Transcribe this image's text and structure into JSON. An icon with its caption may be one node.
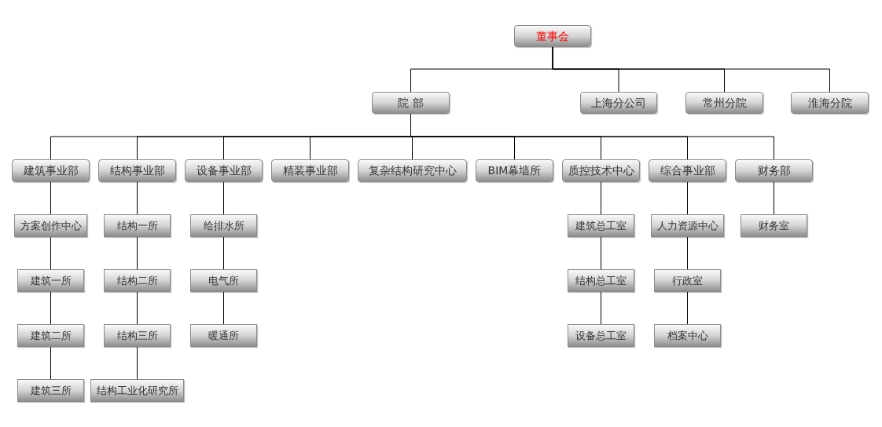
{
  "diagram": {
    "nodes": [
      {
        "text": [
          "董事会"
        ]
      },
      {
        "text": [
          "院 部"
        ]
      },
      {
        "text": [
          "上海分公司"
        ]
      },
      {
        "text": [
          "常州分院"
        ]
      },
      {
        "text": [
          "淮海分院"
        ]
      },
      {
        "text": [
          "建筑事业部"
        ]
      },
      {
        "text": [
          "结构事业部"
        ]
      },
      {
        "text": [
          "设备事业部"
        ]
      },
      {
        "text": [
          "精装事业部"
        ]
      },
      {
        "text": [
          "复杂结构研究中心"
        ]
      },
      {
        "text": [
          "BIM幕墙所"
        ]
      },
      {
        "text": [
          "质控技术中心"
        ]
      },
      {
        "text": [
          "综合事业部"
        ]
      },
      {
        "text": [
          "财务部"
        ]
      },
      {
        "text": [
          "方案创作中心"
        ]
      },
      {
        "text": [
          "建筑一所"
        ]
      },
      {
        "text": [
          "建筑二所"
        ]
      },
      {
        "text": [
          "建筑三所"
        ]
      },
      {
        "text": [
          "结构一所"
        ]
      },
      {
        "text": [
          "结构二所"
        ]
      },
      {
        "text": [
          "结构三所"
        ]
      },
      {
        "text": [
          "结构工业化研究所"
        ]
      },
      {
        "text": [
          "给排水所"
        ]
      },
      {
        "text": [
          "电气所"
        ]
      },
      {
        "text": [
          "暖通所"
        ]
      },
      {
        "text": [
          "建筑总工室"
        ]
      },
      {
        "text": [
          "结构总工室"
        ]
      },
      {
        "text": [
          "设备总工室"
        ]
      },
      {
        "text": [
          "人力资源中心"
        ]
      },
      {
        "text": [
          "行政室"
        ]
      },
      {
        "text": [
          "档案中心"
        ]
      },
      {
        "text": [
          "财务室"
        ]
      }
    ],
    "edges": [
      {
        "from": 0,
        "to": 1,
        "arrow": "none"
      },
      {
        "from": 0,
        "to": 2,
        "arrow": "none"
      },
      {
        "from": 0,
        "to": 3,
        "arrow": "none"
      },
      {
        "from": 0,
        "to": 4,
        "arrow": "none"
      },
      {
        "from": 1,
        "to": 5,
        "arrow": "none"
      },
      {
        "from": 1,
        "to": 6,
        "arrow": "none"
      },
      {
        "from": 1,
        "to": 7,
        "arrow": "none"
      },
      {
        "from": 1,
        "to": 8,
        "arrow": "none"
      },
      {
        "from": 1,
        "to": 9,
        "arrow": "none"
      },
      {
        "from": 1,
        "to": 10,
        "arrow": "none"
      },
      {
        "from": 1,
        "to": 11,
        "arrow": "none"
      },
      {
        "from": 1,
        "to": 12,
        "arrow": "none"
      },
      {
        "from": 1,
        "to": 13,
        "arrow": "none"
      },
      {
        "from": 5,
        "to": 14,
        "arrow": "none"
      },
      {
        "from": 14,
        "to": 15,
        "arrow": "none"
      },
      {
        "from": 15,
        "to": 16,
        "arrow": "none"
      },
      {
        "from": 16,
        "to": 17,
        "arrow": "none"
      },
      {
        "from": 6,
        "to": 18,
        "arrow": "none"
      },
      {
        "from": 18,
        "to": 19,
        "arrow": "none"
      },
      {
        "from": 19,
        "to": 20,
        "arrow": "none"
      },
      {
        "from": 20,
        "to": 21,
        "arrow": "none"
      },
      {
        "from": 7,
        "to": 22,
        "arrow": "none"
      },
      {
        "from": 22,
        "to": 23,
        "arrow": "none"
      },
      {
        "from": 23,
        "to": 24,
        "arrow": "none"
      },
      {
        "from": 11,
        "to": 25,
        "arrow": "none"
      },
      {
        "from": 25,
        "to": 26,
        "arrow": "none"
      },
      {
        "from": 26,
        "to": 27,
        "arrow": "none"
      },
      {
        "from": 12,
        "to": 28,
        "arrow": "none"
      },
      {
        "from": 28,
        "to": 29,
        "arrow": "none"
      },
      {
        "from": 29,
        "to": 30,
        "arrow": "none"
      },
      {
        "from": 13,
        "to": 31,
        "arrow": "none"
      }
    ]
  }
}
